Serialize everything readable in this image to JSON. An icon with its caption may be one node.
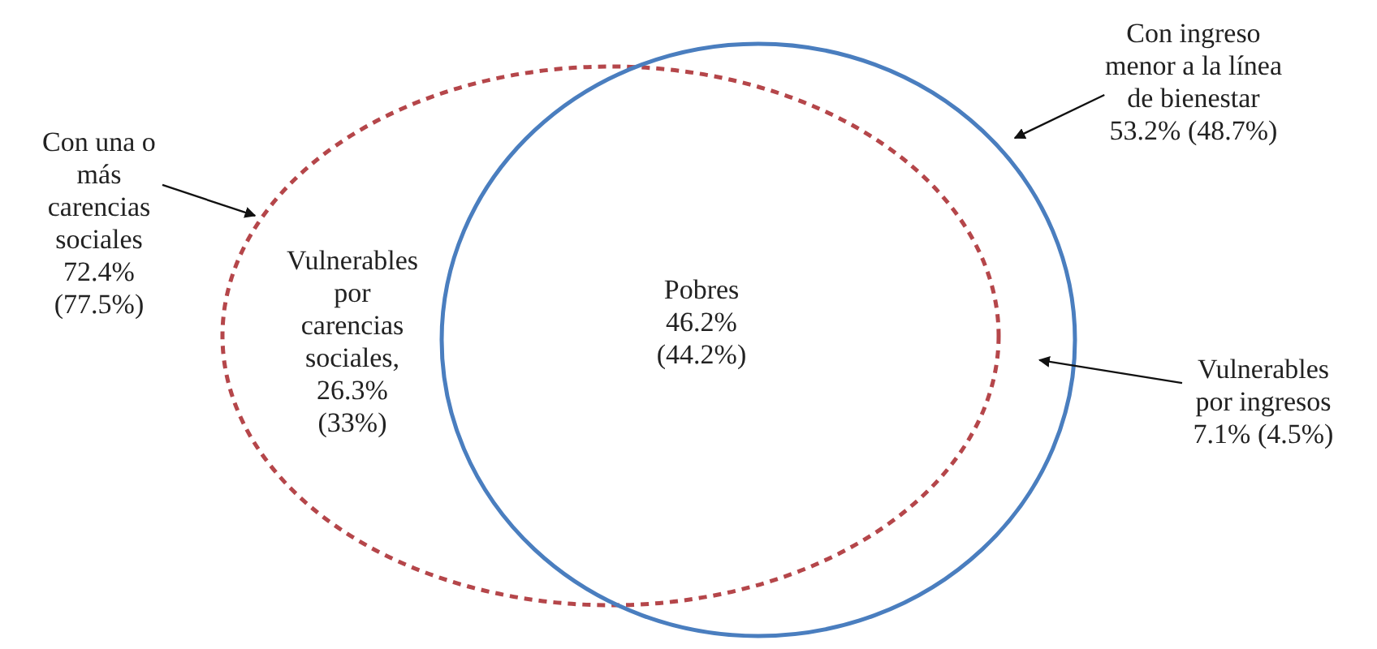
{
  "diagram": {
    "nodes": [
      {
        "text": [
          "Con una o más carencias sociales 72.4% (77.5%)"
        ]
      },
      {
        "text": [],
        "shape": "ellipse"
      },
      {
        "text": [],
        "shape": "circle"
      },
      {
        "text": [
          "Vulnerables por carencias sociales, 26.3% (33%)"
        ],
        "in": 1
      },
      {
        "text": [
          "Pobres 46.2% (44.2%)"
        ]
      },
      {
        "text": [
          "Con ingreso menor a la línea de bienestar 53.2% (48.7%)"
        ]
      },
      {
        "text": [
          "Vulnerables por ingresos 7.1% (4.5%)"
        ]
      }
    ],
    "edges": [
      {
        "from": 0,
        "to": 1,
        "arrow": "to"
      },
      {
        "from": 5,
        "to": 2,
        "arrow": "to"
      },
      {
        "from": 6,
        "to": 2,
        "arrow": "to"
      }
    ]
  }
}
